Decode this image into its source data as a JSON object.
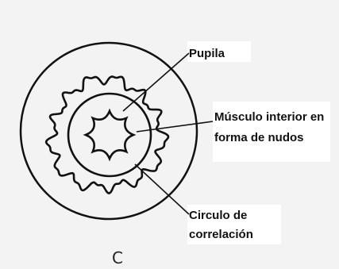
{
  "labels": {
    "pupila": "Pupila",
    "musculo_line1": "Músculo interior en",
    "musculo_line2": "forma de nudos",
    "circulo_line1": "Circulo de",
    "circulo_line2": "correlación"
  },
  "figure_letter": "C"
}
